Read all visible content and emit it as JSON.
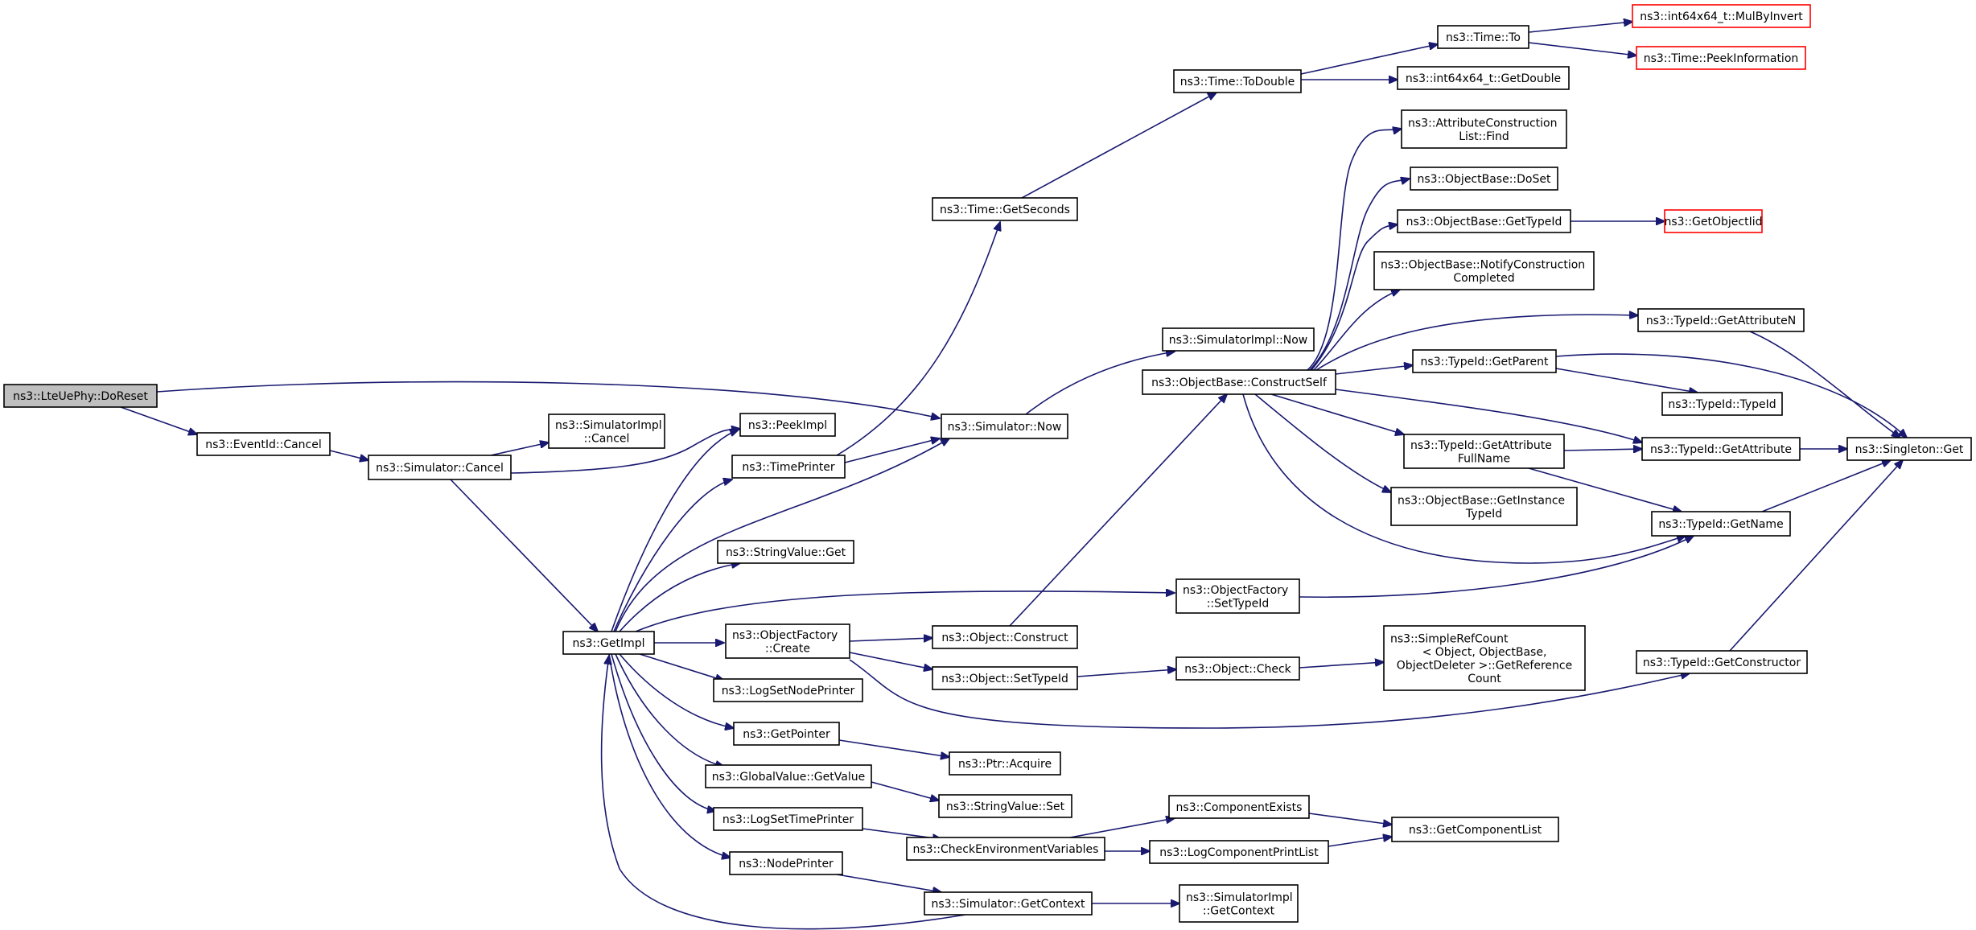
{
  "graph": {
    "root": "ns3::LteUePhy::DoReset",
    "nodes": [
      {
        "id": "doreset",
        "lines": [
          "ns3::LteUePhy::DoReset"
        ],
        "kind": "root"
      },
      {
        "id": "eventid_cancel",
        "lines": [
          "ns3::EventId::Cancel"
        ]
      },
      {
        "id": "sim_cancel",
        "lines": [
          "ns3::Simulator::Cancel"
        ]
      },
      {
        "id": "simimpl_cancel",
        "lines": [
          "ns3::SimulatorImpl",
          "::Cancel"
        ]
      },
      {
        "id": "getimpl",
        "lines": [
          "ns3::GetImpl"
        ]
      },
      {
        "id": "peekimpl",
        "lines": [
          "ns3::PeekImpl"
        ]
      },
      {
        "id": "timeprinter",
        "lines": [
          "ns3::TimePrinter"
        ]
      },
      {
        "id": "stringvalue_get",
        "lines": [
          "ns3::StringValue::Get"
        ]
      },
      {
        "id": "objfactory_create",
        "lines": [
          "ns3::ObjectFactory",
          "::Create"
        ]
      },
      {
        "id": "logsetnodeprinter",
        "lines": [
          "ns3::LogSetNodePrinter"
        ]
      },
      {
        "id": "getpointer",
        "lines": [
          "ns3::GetPointer"
        ]
      },
      {
        "id": "globalvalue_getvalue",
        "lines": [
          "ns3::GlobalValue::GetValue"
        ]
      },
      {
        "id": "logsettimeprinter",
        "lines": [
          "ns3::LogSetTimePrinter"
        ]
      },
      {
        "id": "nodeprinter",
        "lines": [
          "ns3::NodePrinter"
        ]
      },
      {
        "id": "sim_now",
        "lines": [
          "ns3::Simulator::Now"
        ]
      },
      {
        "id": "time_getseconds",
        "lines": [
          "ns3::Time::GetSeconds"
        ]
      },
      {
        "id": "time_todouble",
        "lines": [
          "ns3::Time::ToDouble"
        ]
      },
      {
        "id": "time_to",
        "lines": [
          "ns3::Time::To"
        ]
      },
      {
        "id": "mulbyinvert",
        "lines": [
          "ns3::int64x64_t::MulByInvert"
        ],
        "kind": "truncated"
      },
      {
        "id": "peekinformation",
        "lines": [
          "ns3::Time::PeekInformation"
        ],
        "kind": "truncated"
      },
      {
        "id": "getdouble",
        "lines": [
          "ns3::int64x64_t::GetDouble"
        ]
      },
      {
        "id": "simimpl_now",
        "lines": [
          "ns3::SimulatorImpl::Now"
        ]
      },
      {
        "id": "constructself",
        "lines": [
          "ns3::ObjectBase::ConstructSelf"
        ]
      },
      {
        "id": "attrconstr_find",
        "lines": [
          "ns3::AttributeConstruction",
          "List::Find"
        ]
      },
      {
        "id": "objbase_doset",
        "lines": [
          "ns3::ObjectBase::DoSet"
        ]
      },
      {
        "id": "objbase_gettypeid",
        "lines": [
          "ns3::ObjectBase::GetTypeId"
        ]
      },
      {
        "id": "getobjectiid",
        "lines": [
          "ns3::GetObjectIid"
        ],
        "kind": "truncated"
      },
      {
        "id": "notifyconstruction",
        "lines": [
          "ns3::ObjectBase::NotifyConstruction",
          "Completed"
        ]
      },
      {
        "id": "typeid_getattributen",
        "lines": [
          "ns3::TypeId::GetAttributeN"
        ]
      },
      {
        "id": "typeid_getparent",
        "lines": [
          "ns3::TypeId::GetParent"
        ]
      },
      {
        "id": "typeid_typeid",
        "lines": [
          "ns3::TypeId::TypeId"
        ]
      },
      {
        "id": "typeid_getattrfullname",
        "lines": [
          "ns3::TypeId::GetAttribute",
          "FullName"
        ]
      },
      {
        "id": "typeid_getattribute",
        "lines": [
          "ns3::TypeId::GetAttribute"
        ]
      },
      {
        "id": "singleton_get",
        "lines": [
          "ns3::Singleton::Get"
        ]
      },
      {
        "id": "getinstancetypeid",
        "lines": [
          "ns3::ObjectBase::GetInstance",
          "TypeId"
        ]
      },
      {
        "id": "typeid_getname",
        "lines": [
          "ns3::TypeId::GetName"
        ]
      },
      {
        "id": "objfactory_settypeid",
        "lines": [
          "ns3::ObjectFactory",
          "::SetTypeId"
        ]
      },
      {
        "id": "object_construct",
        "lines": [
          "ns3::Object::Construct"
        ]
      },
      {
        "id": "object_settypeid",
        "lines": [
          "ns3::Object::SetTypeId"
        ]
      },
      {
        "id": "object_check",
        "lines": [
          "ns3::Object::Check"
        ]
      },
      {
        "id": "simplerefcount",
        "lines": [
          "ns3::SimpleRefCount",
          "< Object, ObjectBase,",
          "ObjectDeleter >::GetReference",
          "Count"
        ]
      },
      {
        "id": "typeid_getconstructor",
        "lines": [
          "ns3::TypeId::GetConstructor"
        ]
      },
      {
        "id": "ptr_acquire",
        "lines": [
          "ns3::Ptr::Acquire"
        ]
      },
      {
        "id": "stringvalue_set",
        "lines": [
          "ns3::StringValue::Set"
        ]
      },
      {
        "id": "componentexists",
        "lines": [
          "ns3::ComponentExists"
        ]
      },
      {
        "id": "getcomponentlist",
        "lines": [
          "ns3::GetComponentList"
        ]
      },
      {
        "id": "checkenvvars",
        "lines": [
          "ns3::CheckEnvironmentVariables"
        ]
      },
      {
        "id": "logcomponentprintlist",
        "lines": [
          "ns3::LogComponentPrintList"
        ]
      },
      {
        "id": "sim_getcontext",
        "lines": [
          "ns3::Simulator::GetContext"
        ]
      },
      {
        "id": "simimpl_getcontext",
        "lines": [
          "ns3::SimulatorImpl",
          "::GetContext"
        ]
      }
    ],
    "edges": [
      [
        "doreset",
        "eventid_cancel"
      ],
      [
        "doreset",
        "sim_now"
      ],
      [
        "eventid_cancel",
        "sim_cancel"
      ],
      [
        "sim_cancel",
        "simimpl_cancel"
      ],
      [
        "sim_cancel",
        "peekimpl"
      ],
      [
        "sim_cancel",
        "getimpl"
      ],
      [
        "getimpl",
        "peekimpl"
      ],
      [
        "getimpl",
        "timeprinter"
      ],
      [
        "getimpl",
        "sim_now"
      ],
      [
        "getimpl",
        "stringvalue_get"
      ],
      [
        "getimpl",
        "objfactory_settypeid"
      ],
      [
        "getimpl",
        "objfactory_create"
      ],
      [
        "getimpl",
        "logsetnodeprinter"
      ],
      [
        "getimpl",
        "getpointer"
      ],
      [
        "getimpl",
        "globalvalue_getvalue"
      ],
      [
        "getimpl",
        "logsettimeprinter"
      ],
      [
        "getimpl",
        "nodeprinter"
      ],
      [
        "timeprinter",
        "sim_now"
      ],
      [
        "timeprinter",
        "time_getseconds"
      ],
      [
        "time_getseconds",
        "time_todouble"
      ],
      [
        "time_todouble",
        "time_to"
      ],
      [
        "time_todouble",
        "getdouble"
      ],
      [
        "time_to",
        "mulbyinvert"
      ],
      [
        "time_to",
        "peekinformation"
      ],
      [
        "sim_now",
        "simimpl_now"
      ],
      [
        "objfactory_create",
        "object_construct"
      ],
      [
        "objfactory_create",
        "object_settypeid"
      ],
      [
        "objfactory_create",
        "typeid_getconstructor"
      ],
      [
        "object_construct",
        "constructself"
      ],
      [
        "constructself",
        "attrconstr_find"
      ],
      [
        "constructself",
        "objbase_doset"
      ],
      [
        "constructself",
        "objbase_gettypeid"
      ],
      [
        "constructself",
        "notifyconstruction"
      ],
      [
        "constructself",
        "typeid_getattributen"
      ],
      [
        "constructself",
        "typeid_getparent"
      ],
      [
        "constructself",
        "typeid_getattribute"
      ],
      [
        "constructself",
        "typeid_getattrfullname"
      ],
      [
        "constructself",
        "getinstancetypeid"
      ],
      [
        "constructself",
        "typeid_getname"
      ],
      [
        "objbase_gettypeid",
        "getobjectiid"
      ],
      [
        "typeid_getattributen",
        "singleton_get"
      ],
      [
        "typeid_getparent",
        "typeid_typeid"
      ],
      [
        "typeid_getparent",
        "singleton_get"
      ],
      [
        "typeid_getattrfullname",
        "typeid_getattribute"
      ],
      [
        "typeid_getattrfullname",
        "typeid_getname"
      ],
      [
        "typeid_getattribute",
        "singleton_get"
      ],
      [
        "typeid_getname",
        "singleton_get"
      ],
      [
        "objfactory_settypeid",
        "typeid_getname"
      ],
      [
        "object_settypeid",
        "object_check"
      ],
      [
        "object_check",
        "simplerefcount"
      ],
      [
        "typeid_getconstructor",
        "singleton_get"
      ],
      [
        "getpointer",
        "ptr_acquire"
      ],
      [
        "globalvalue_getvalue",
        "stringvalue_set"
      ],
      [
        "logsettimeprinter",
        "checkenvvars"
      ],
      [
        "checkenvvars",
        "componentexists"
      ],
      [
        "checkenvvars",
        "logcomponentprintlist"
      ],
      [
        "componentexists",
        "getcomponentlist"
      ],
      [
        "logcomponentprintlist",
        "getcomponentlist"
      ],
      [
        "nodeprinter",
        "sim_getcontext"
      ],
      [
        "sim_getcontext",
        "simimpl_getcontext"
      ],
      [
        "sim_getcontext",
        "getimpl"
      ]
    ]
  }
}
